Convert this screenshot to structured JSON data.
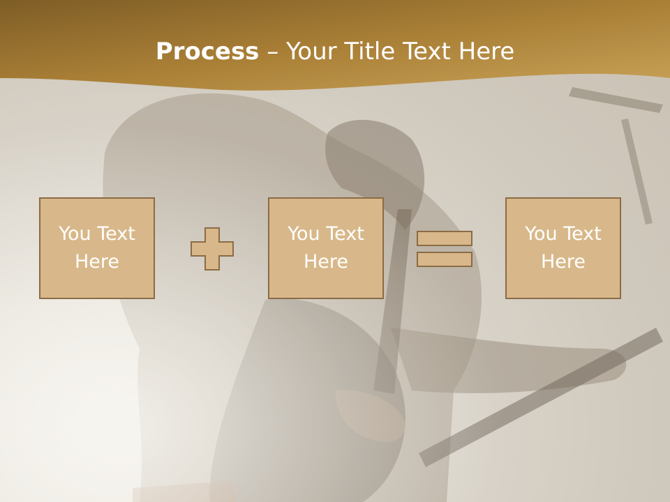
{
  "slide": {
    "title_bold": "Process",
    "title_rest": " – Your Title Text Here",
    "boxes": [
      {
        "text": "You Text Here"
      },
      {
        "text": "You Text Here"
      },
      {
        "text": "You Text Here"
      }
    ],
    "operators": [
      "plus-icon",
      "equals-icon"
    ]
  },
  "colors": {
    "header_gold": "#a57c34",
    "box_fill": "#d8b88a",
    "box_border": "#8b6b45",
    "text": "#ffffff"
  }
}
